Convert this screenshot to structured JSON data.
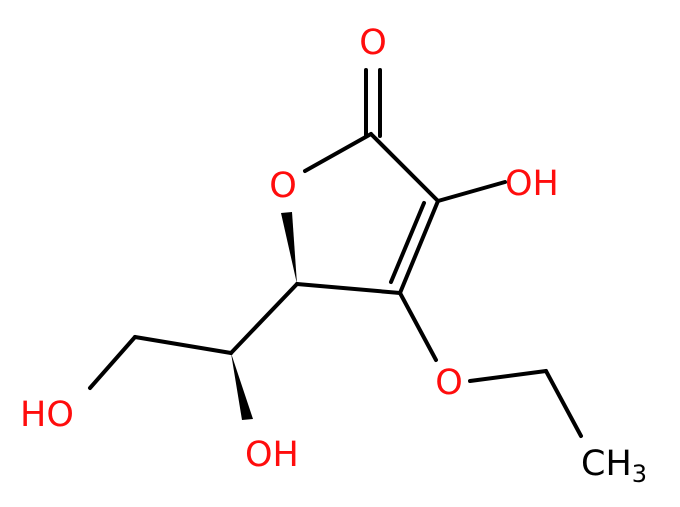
{
  "colors": {
    "bond": "#000000",
    "oxygen": "#ff0d0d",
    "carbon": "#000000"
  },
  "atoms": {
    "carbonyl_o": "O",
    "ring_o": "O",
    "hydroxy_right": "OH",
    "ether_o": "O",
    "methyl": {
      "main": "CH",
      "subscript": "3"
    },
    "hydroxy_left": "HO",
    "hydroxy_bottom": "OH"
  }
}
